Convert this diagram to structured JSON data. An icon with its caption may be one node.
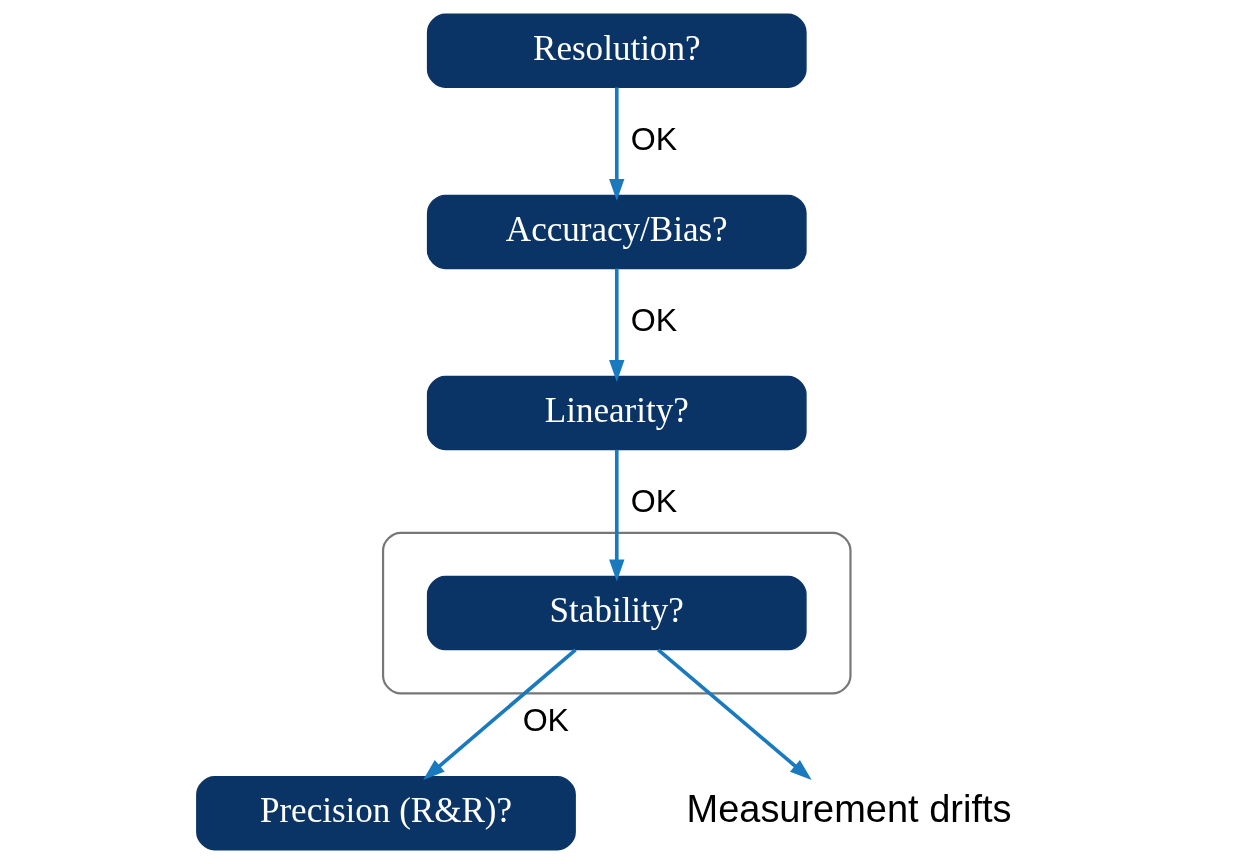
{
  "diagram": {
    "nodes": [
      {
        "text": [
          "Resolution?"
        ]
      },
      {
        "text": [
          "Accuracy/Bias?"
        ]
      },
      {
        "text": [
          "Linearity?"
        ]
      },
      {
        "text": [],
        "shape": "ellipse"
      },
      {
        "text": [
          "Stability?"
        ],
        "in": 3
      },
      {
        "text": [
          "Precision (R&R)?"
        ]
      },
      {
        "text": [
          "Measurement drifts"
        ]
      }
    ],
    "edges": [
      {
        "from": 0,
        "to": 1,
        "arrow": "to",
        "label": "OK"
      },
      {
        "from": 1,
        "to": 2,
        "arrow": "to",
        "label": "OK"
      },
      {
        "from": 2,
        "to": 4,
        "arrow": "to",
        "label": "OK"
      },
      {
        "from": 4,
        "to": 5,
        "arrow": "to",
        "label": "OK"
      },
      {
        "from": 4,
        "to": 6,
        "arrow": "to"
      }
    ]
  }
}
